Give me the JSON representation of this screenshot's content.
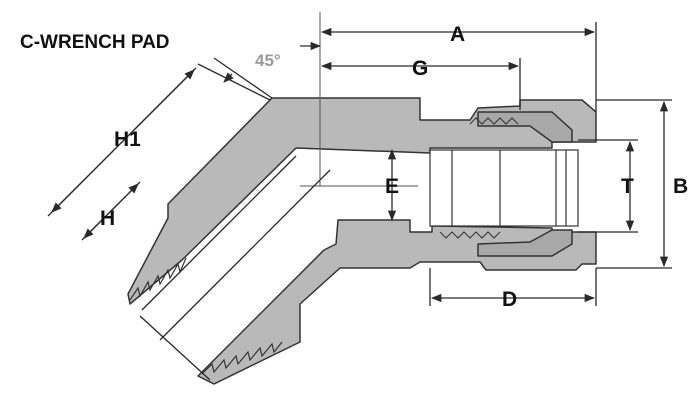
{
  "diagram": {
    "callout": "C-WRENCH PAD",
    "angle": "45°",
    "dimensions": {
      "a": "A",
      "g": "G",
      "h1": "H1",
      "h": "H",
      "e": "E",
      "t": "T",
      "b": "B",
      "d": "D"
    }
  },
  "colors": {
    "body_fill": "#b9b9b9",
    "outline": "#333333",
    "dim_line": "#2a2a2a",
    "angle_text": "#9a9a9a"
  }
}
